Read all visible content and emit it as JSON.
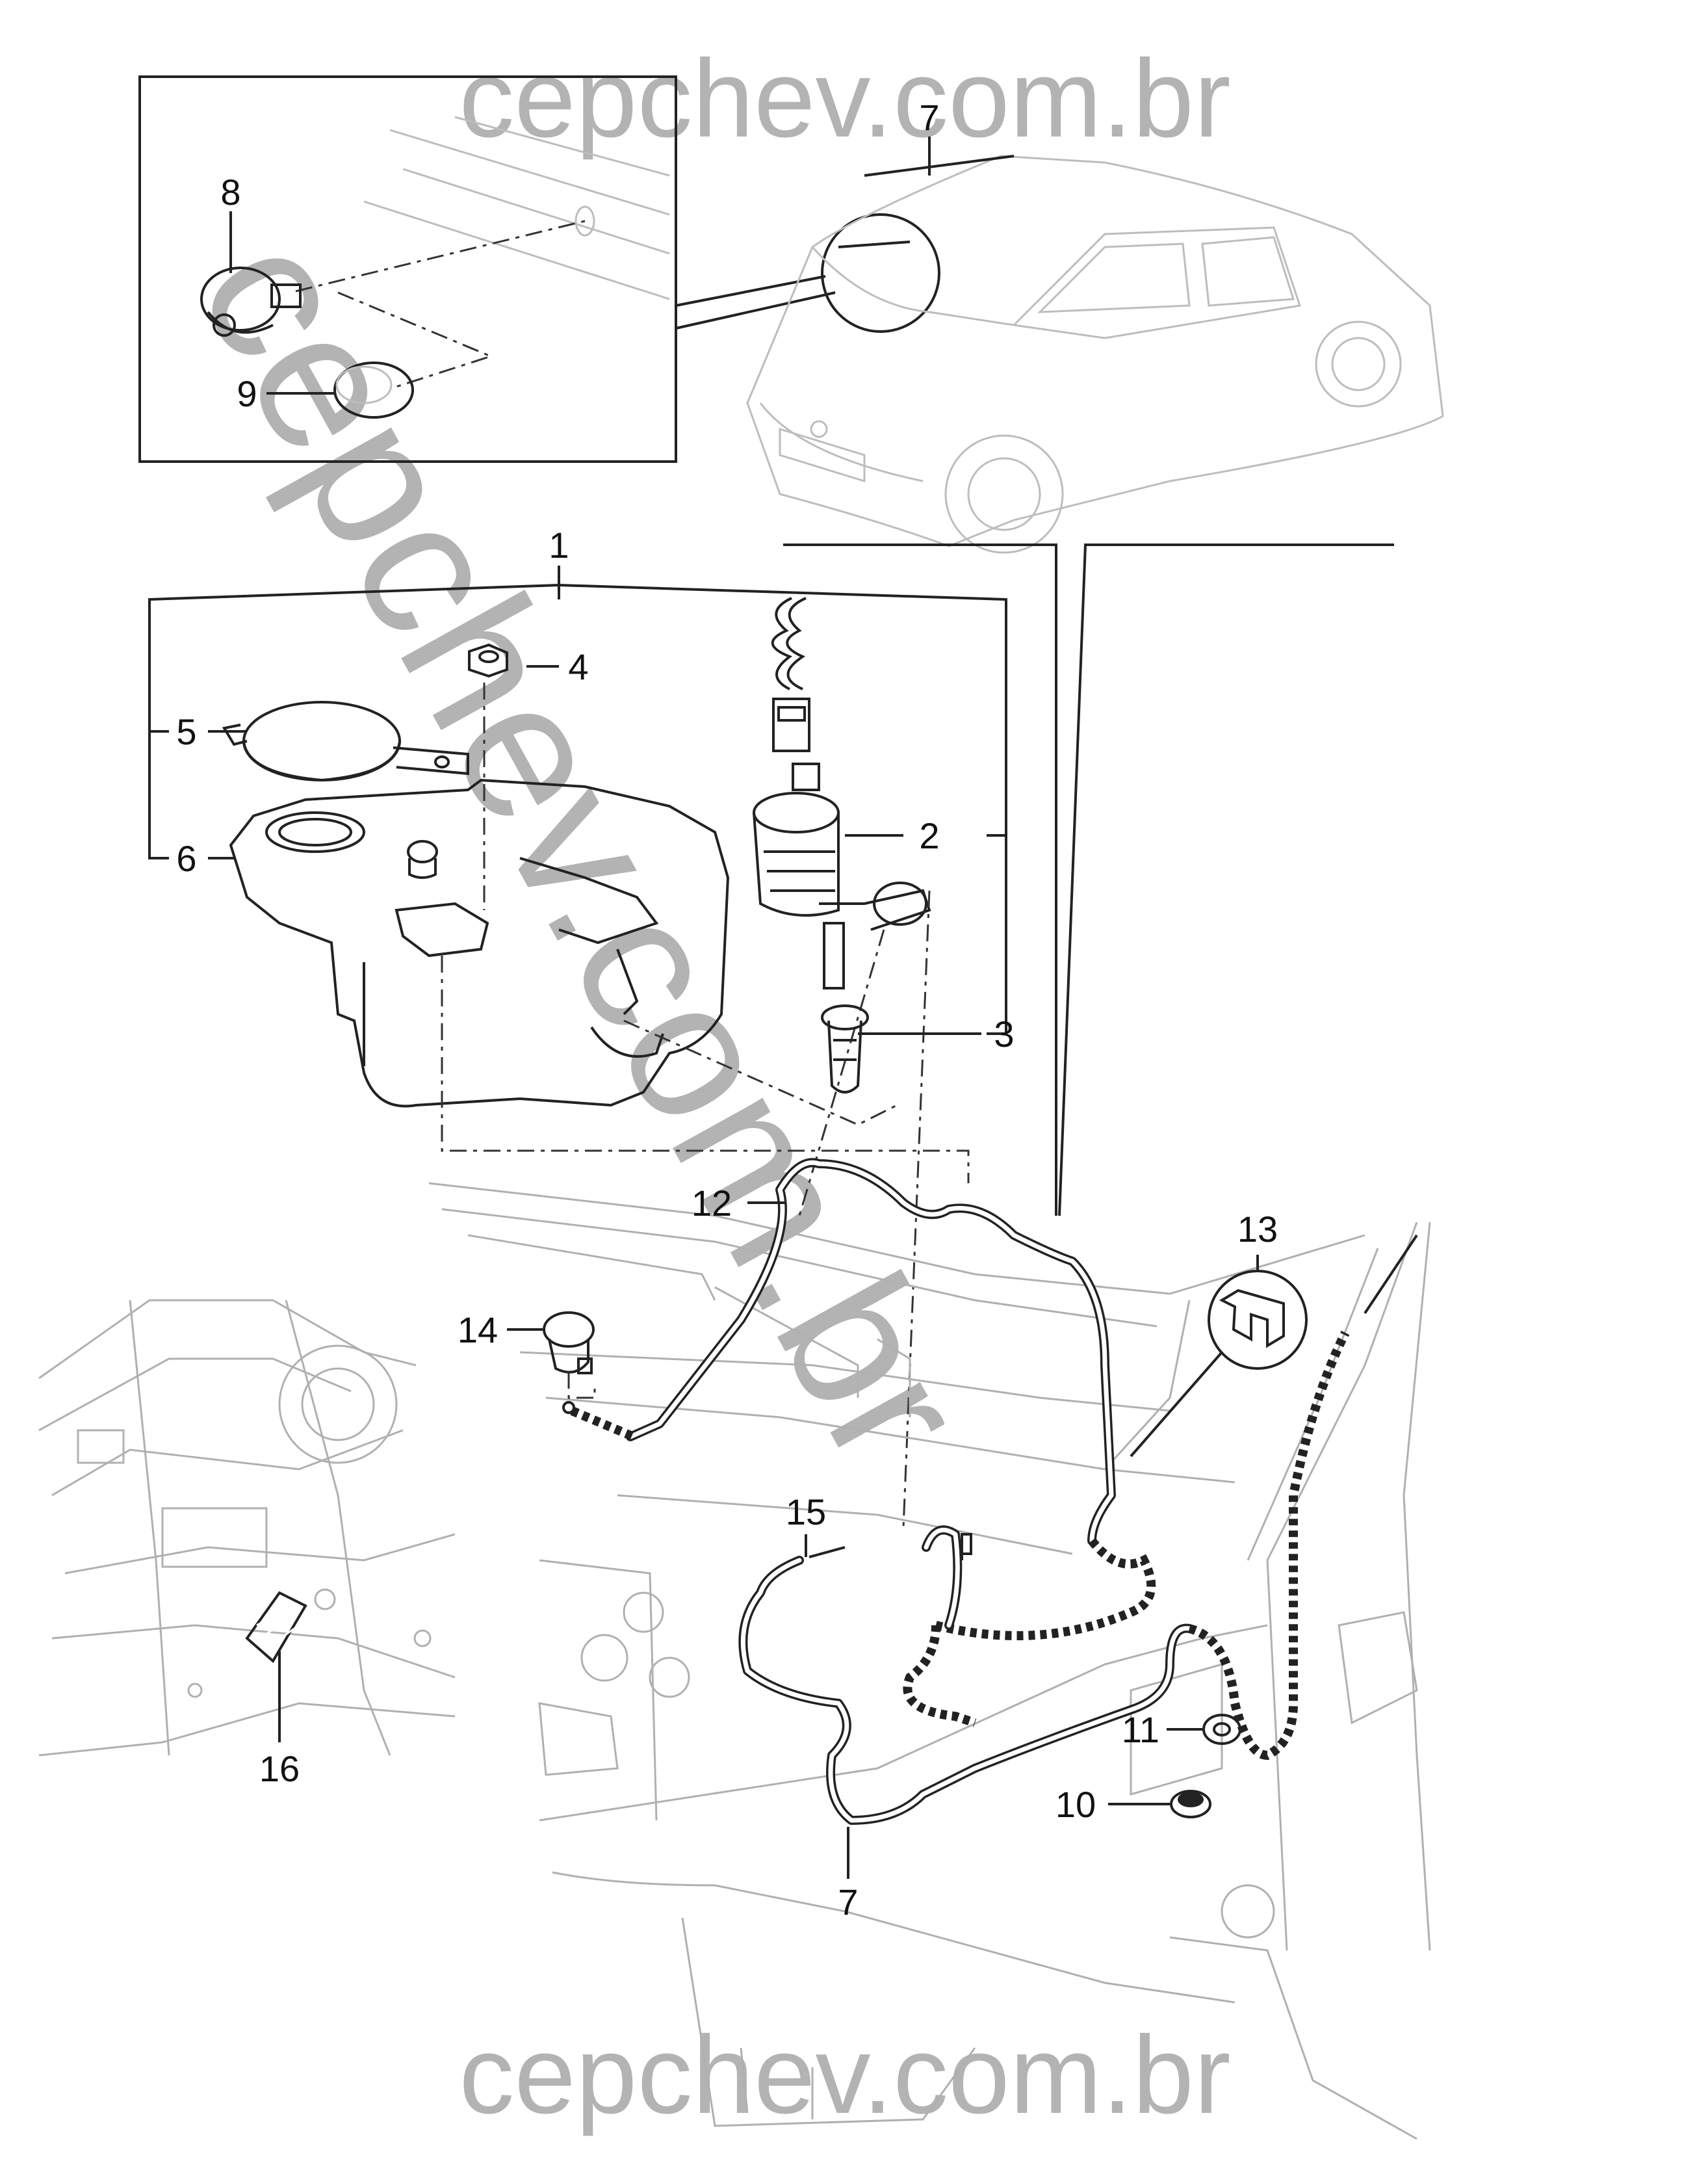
{
  "watermarks": {
    "top": "cepchev.com.br",
    "bottom": "cepchev.com.br",
    "diagonal": "cepchev.com.br"
  },
  "callouts": [
    {
      "id": "1",
      "label": "1"
    },
    {
      "id": "2",
      "label": "2"
    },
    {
      "id": "3",
      "label": "3"
    },
    {
      "id": "4",
      "label": "4"
    },
    {
      "id": "5",
      "label": "5"
    },
    {
      "id": "6",
      "label": "6"
    },
    {
      "id": "7a",
      "label": "7"
    },
    {
      "id": "7b",
      "label": "7"
    },
    {
      "id": "8",
      "label": "8"
    },
    {
      "id": "9",
      "label": "9"
    },
    {
      "id": "10",
      "label": "10"
    },
    {
      "id": "11",
      "label": "11"
    },
    {
      "id": "12",
      "label": "12"
    },
    {
      "id": "13",
      "label": "13"
    },
    {
      "id": "14",
      "label": "14"
    },
    {
      "id": "15",
      "label": "15"
    },
    {
      "id": "16",
      "label": "16"
    }
  ]
}
